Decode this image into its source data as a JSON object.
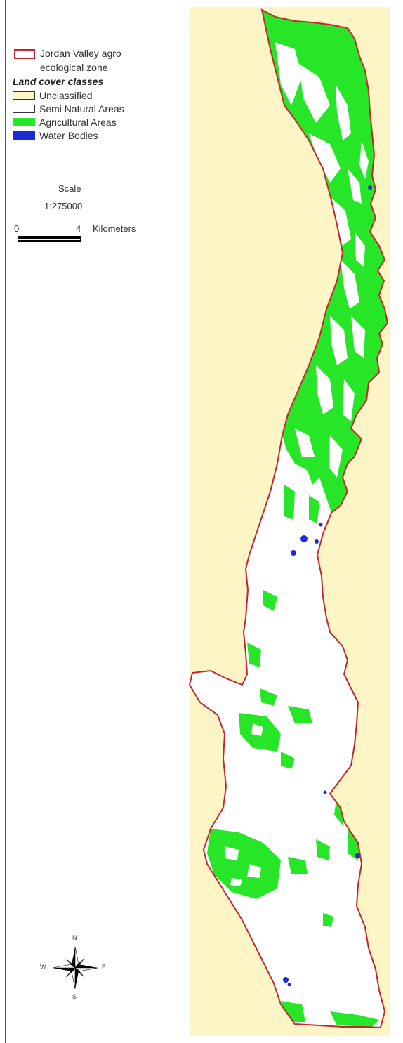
{
  "legend": {
    "zone_label_line1": "Jordan Valley agro",
    "zone_label_line2": "ecological zone",
    "zone_color": "#c0282d",
    "classes_heading": "Land cover classes",
    "classes": [
      {
        "label": "Unclassified",
        "color": "#fdf5c5"
      },
      {
        "label": "Semi Natural Areas",
        "color": "#ffffff"
      },
      {
        "label": "Agricultural Areas",
        "color": "#27e527"
      },
      {
        "label": "Water Bodies",
        "color": "#1c2bd6"
      }
    ]
  },
  "scale": {
    "title": "Scale",
    "ratio": "1:275000",
    "start": "0",
    "end": "4",
    "unit": "Kilometers"
  },
  "compass": {
    "north": "N",
    "south": "S",
    "east": "E",
    "west": "W",
    "icon": "north-arrow-icon"
  },
  "colors": {
    "background": "#fdf5c5",
    "agriculture": "#27e527",
    "semi_natural": "#ffffff",
    "water": "#1c2bd6",
    "boundary": "#c0282d"
  }
}
